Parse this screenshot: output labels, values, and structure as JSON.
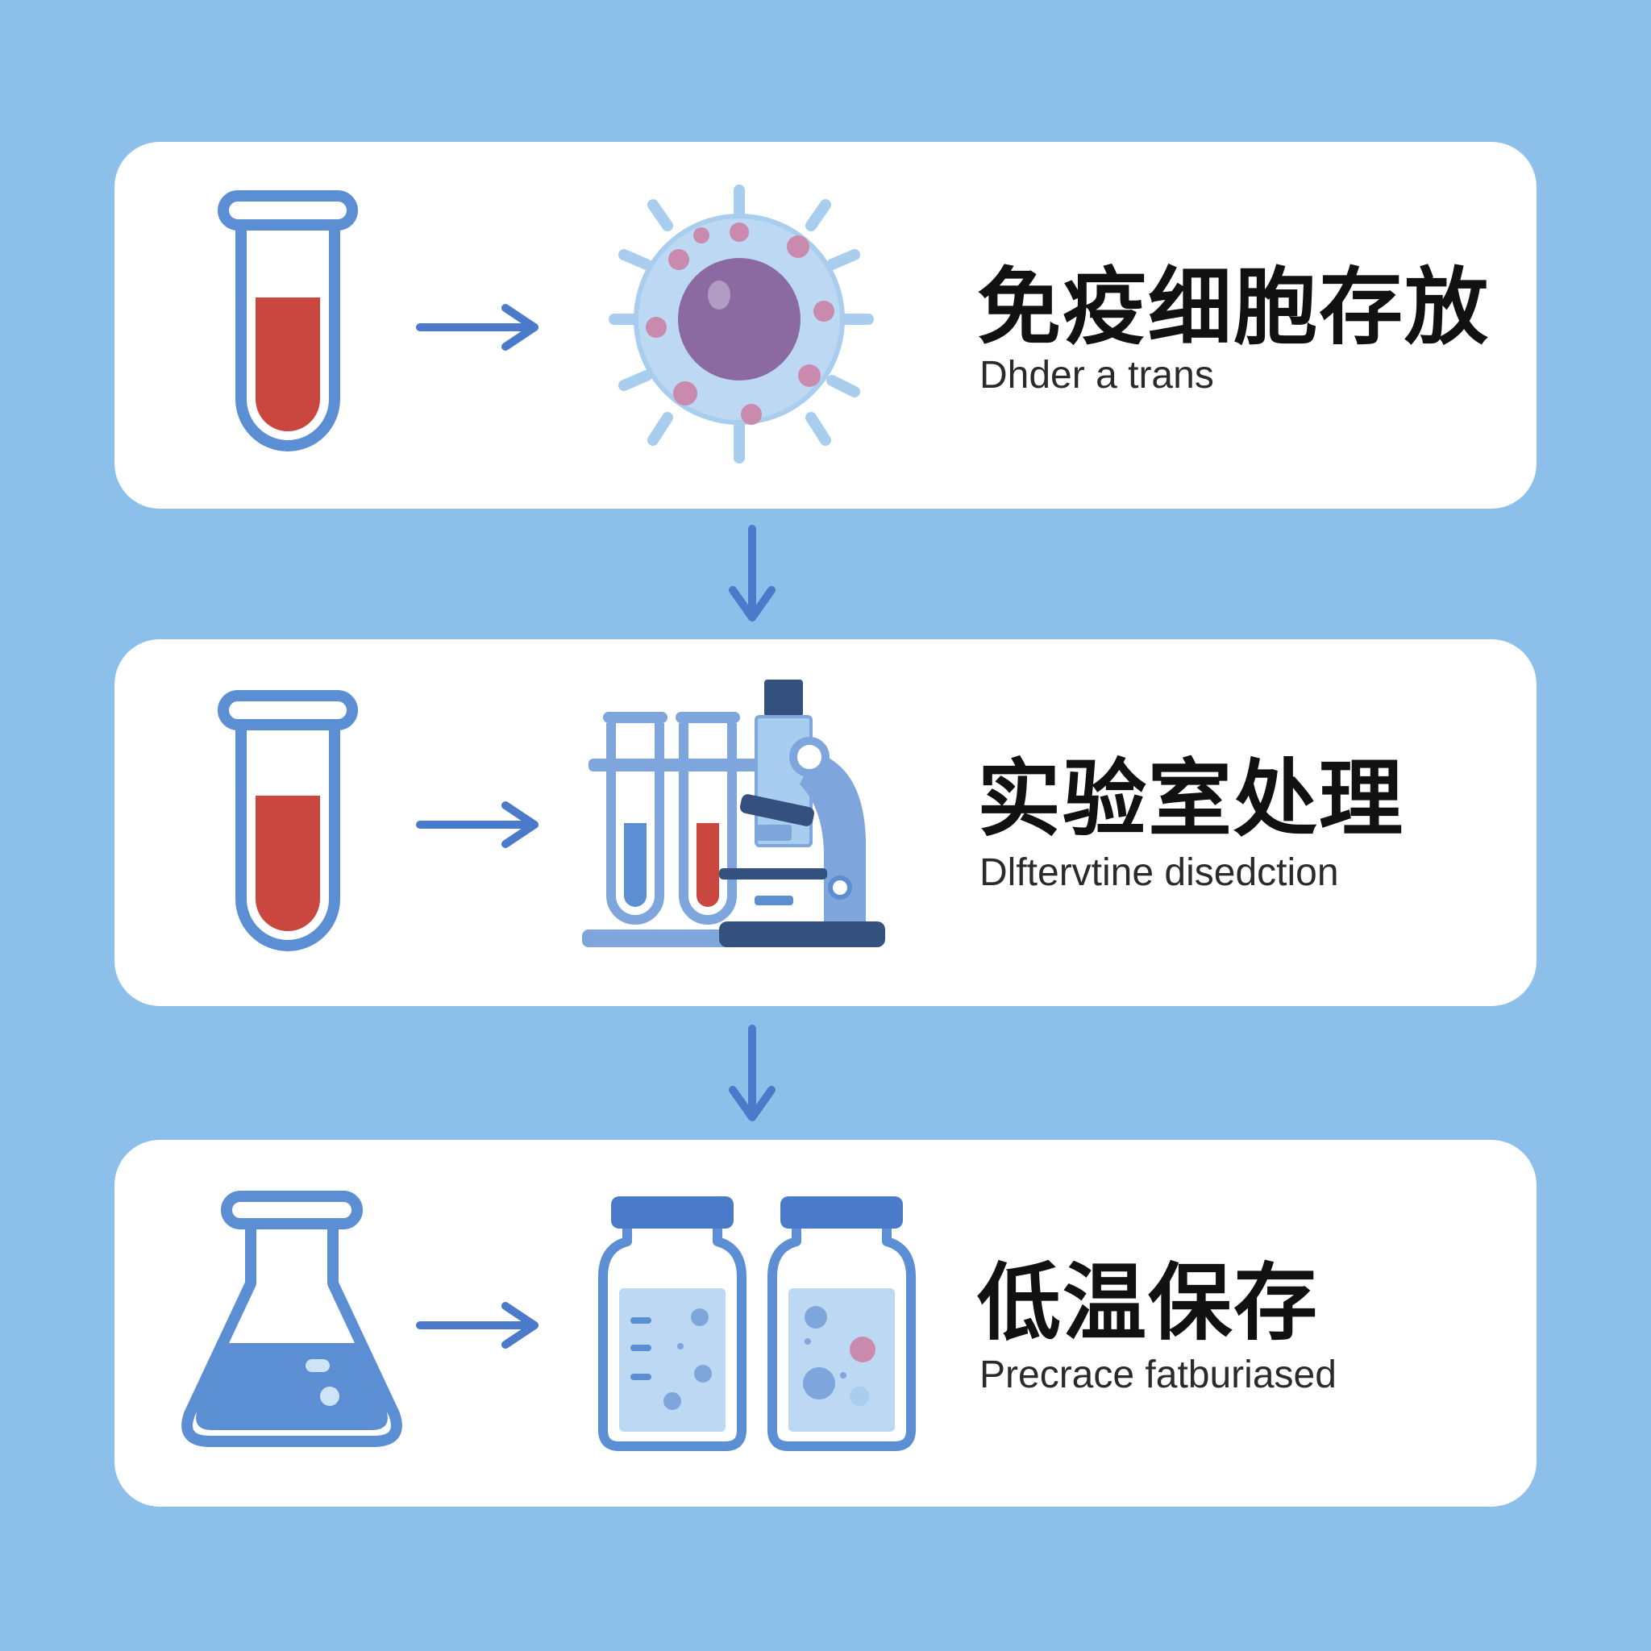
{
  "steps": [
    {
      "title": "免疫细胞存放",
      "subtitle": "Dhder a trans",
      "left_icon": "blood-test-tube-icon",
      "right_icon": "immune-cell-icon"
    },
    {
      "title": "实验室处理",
      "subtitle": "Dlftervtine disedction",
      "left_icon": "blood-test-tube-icon",
      "right_icon": "test-tubes-and-microscope-icon"
    },
    {
      "title": "低温保存",
      "subtitle": "Precrace fatburiased",
      "left_icon": "erlenmeyer-flask-icon",
      "right_icon": "storage-jars-icon"
    }
  ],
  "colors": {
    "background": "#8cbfea",
    "card": "#ffffff",
    "outline_blue": "#5b8ed3",
    "arrow_blue": "#4a7ac9",
    "blood_red": "#c9473f",
    "cell_light": "#bcd8f2",
    "cell_nucleus": "#8a6aa0",
    "dark_navy": "#34507e"
  }
}
